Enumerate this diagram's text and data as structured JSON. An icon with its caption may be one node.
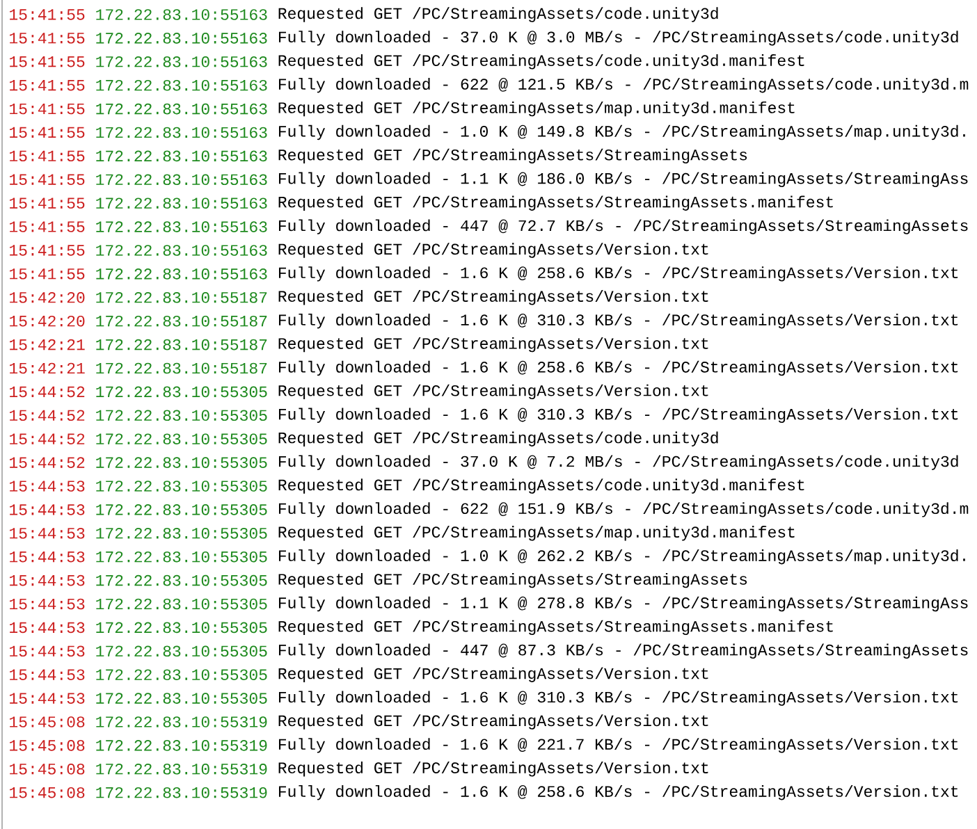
{
  "diagram": {
    "labels": [
      "15:41:55",
      "172.22.83.10:55163",
      "Requested GET /PC/StreamingAssets/code.unity3d",
      "15:41:55",
      "172.22.83.10:55163",
      "Fully downloaded - 37.0 K @ 3.0 MB/s - /PC/StreamingAssets/code.unity3d",
      "15:41:55",
      "172.22.83.10:55163",
      "Requested GET /PC/StreamingAssets/code.unity3d.manifest",
      "15:41:55",
      "172.22.83.10:55163",
      "Fully downloaded - 622 @ 121.5 KB/s - /PC/StreamingAssets/code.unity3d.m",
      "15:41:55",
      "172.22.83.10:55163",
      "Requested GET /PC/StreamingAssets/map.unity3d.manifest",
      "15:41:55",
      "172.22.83.10:55163",
      "Fully downloaded - 1.0 K @ 149.8 KB/s - /PC/StreamingAssets/map.unity3d.",
      "15:41:55",
      "172.22.83.10:55163",
      "Requested GET /PC/StreamingAssets/StreamingAssets",
      "15:41:55",
      "172.22.83.10:55163",
      "Fully downloaded - 1.1 K @ 186.0 KB/s - /PC/StreamingAssets/StreamingAss",
      "15:41:55",
      "172.22.83.10:55163",
      "Requested GET /PC/StreamingAssets/StreamingAssets.manifest",
      "15:41:55",
      "172.22.83.10:55163",
      "Fully downloaded - 447 @ 72.7 KB/s - /PC/StreamingAssets/StreamingAssets",
      "15:41:55",
      "172.22.83.10:55163",
      "Requested GET /PC/StreamingAssets/Version.txt",
      "15:41:55",
      "172.22.83.10:55163",
      "Fully downloaded - 1.6 K @ 258.6 KB/s - /PC/StreamingAssets/Version.txt",
      "15:42:20",
      "172.22.83.10:55187",
      "Requested GET /PC/StreamingAssets/Version.txt",
      "15:42:20",
      "172.22.83.10:55187",
      "Fully downloaded - 1.6 K @ 310.3 KB/s - /PC/StreamingAssets/Version.txt",
      "15:42:21",
      "172.22.83.10:55187",
      "Requested GET /PC/StreamingAssets/Version.txt",
      "15:42:21",
      "172.22.83.10:55187",
      "Fully downloaded - 1.6 K @ 258.6 KB/s - /PC/StreamingAssets/Version.txt",
      "15:44:52",
      "172.22.83.10:55305",
      "Requested GET /PC/StreamingAssets/Version.txt",
      "15:44:52",
      "172.22.83.10:55305",
      "Fully downloaded - 1.6 K @ 310.3 KB/s - /PC/StreamingAssets/Version.txt",
      "15:44:52",
      "172.22.83.10:55305",
      "Requested GET /PC/StreamingAssets/code.unity3d",
      "15:44:52",
      "172.22.83.10:55305",
      "Fully downloaded - 37.0 K @ 7.2 MB/s - /PC/StreamingAssets/code.unity3d",
      "15:44:53",
      "172.22.83.10:55305",
      "Requested GET /PC/StreamingAssets/code.unity3d.manifest",
      "15:44:53",
      "172.22.83.10:55305",
      "Fully downloaded - 622 @ 151.9 KB/s - /PC/StreamingAssets/code.unity3d.m",
      "15:44:53",
      "172.22.83.10:55305",
      "Requested GET /PC/StreamingAssets/map.unity3d.manifest",
      "15:44:53",
      "172.22.83.10:55305",
      "Fully downloaded - 1.0 K @ 262.2 KB/s - /PC/StreamingAssets/map.unity3d.",
      "15:44:53",
      "172.22.83.10:55305",
      "Requested GET /PC/StreamingAssets/StreamingAssets",
      "15:44:53",
      "172.22.83.10:55305",
      "Fully downloaded - 1.1 K @ 278.8 KB/s - /PC/StreamingAssets/StreamingAss",
      "15:44:53",
      "172.22.83.10:55305",
      "Requested GET /PC/StreamingAssets/StreamingAssets.manifest",
      "15:44:53",
      "172.22.83.10:55305",
      "Fully downloaded - 447 @ 87.3 KB/s - /PC/StreamingAssets/StreamingAssets",
      "15:44:53",
      "172.22.83.10:55305",
      "Requested GET /PC/StreamingAssets/Version.txt",
      "15:44:53",
      "172.22.83.10:55305",
      "Fully downloaded - 1.6 K @ 310.3 KB/s - /PC/StreamingAssets/Version.txt",
      "15:45:08",
      "172.22.83.10:55319",
      "Requested GET /PC/StreamingAssets/Version.txt",
      "15:45:08",
      "172.22.83.10:55319",
      "Fully downloaded - 1.6 K @ 221.7 KB/s - /PC/StreamingAssets/Version.txt",
      "15:45:08",
      "172.22.83.10:55319",
      "Requested GET /PC/StreamingAssets/Version.txt",
      "15:45:08",
      "172.22.83.10:55319",
      "Fully downloaded - 1.6 K @ 258.6 KB/s - /PC/StreamingAssets/Version.txt"
    ]
  }
}
